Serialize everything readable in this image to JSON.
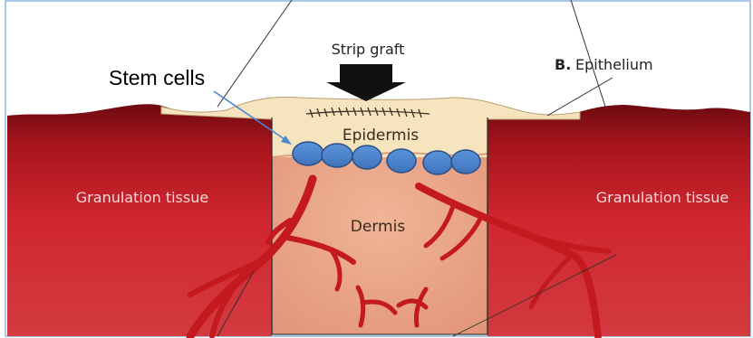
{
  "labels": {
    "strip_graft": "Strip graft",
    "epithelium_prefix": "B.",
    "epithelium": "Epithelium",
    "stem_cells": "Stem cells",
    "epidermis": "Epidermis",
    "dermis": "Dermis",
    "granulation_left": "Granulation tissue",
    "granulation_right": "Granulation tissue"
  },
  "colors": {
    "tissue_red": "#c8202a",
    "tissue_dark": "#7a0d12",
    "graft_cream": "#f6e4bf",
    "dermis_peach": "#eaa283",
    "stem_cell_blue": "#4f86cc",
    "vessel_red": "#c4191f",
    "frame_blue": "#8db3e2"
  },
  "stem_cell_count": 6
}
